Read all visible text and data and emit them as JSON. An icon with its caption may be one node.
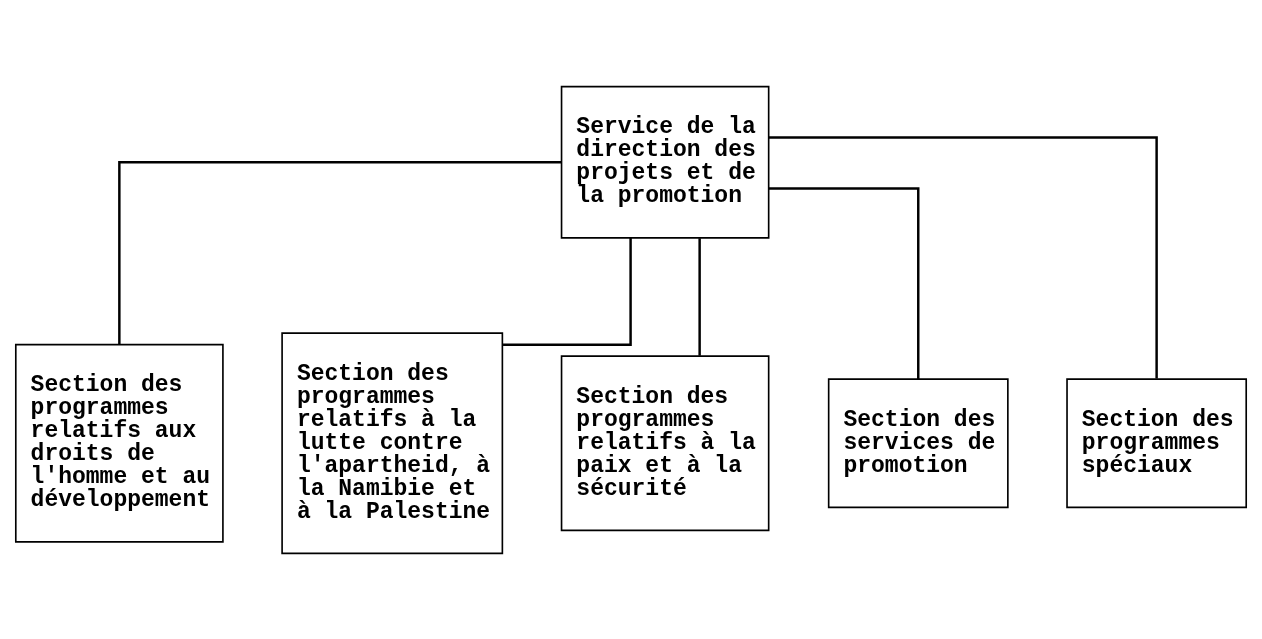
{
  "diagram": {
    "nodes": [
      {
        "text": [
          "Service de la direction des projets et de la promotion"
        ]
      },
      {
        "text": [
          "Section des programmes relatifs aux droits de l'homme et au développement"
        ]
      },
      {
        "text": [
          "Section des programmes relatifs à la lutte contre l'apartheid, à la Namibie et à la Palestine"
        ]
      },
      {
        "text": [
          "Section des programmes relatifs à la paix et à la sécurité"
        ]
      },
      {
        "text": [
          "Section des services de promotion"
        ]
      },
      {
        "text": [
          "Section des programmes spéciaux"
        ]
      }
    ],
    "edges": [
      {
        "from": 0,
        "to": 1,
        "arrow": "none"
      },
      {
        "from": 0,
        "to": 2,
        "arrow": "none"
      },
      {
        "from": 0,
        "to": 3,
        "arrow": "none"
      },
      {
        "from": 0,
        "to": 4,
        "arrow": "none"
      },
      {
        "from": 0,
        "to": 5,
        "arrow": "none"
      }
    ]
  }
}
